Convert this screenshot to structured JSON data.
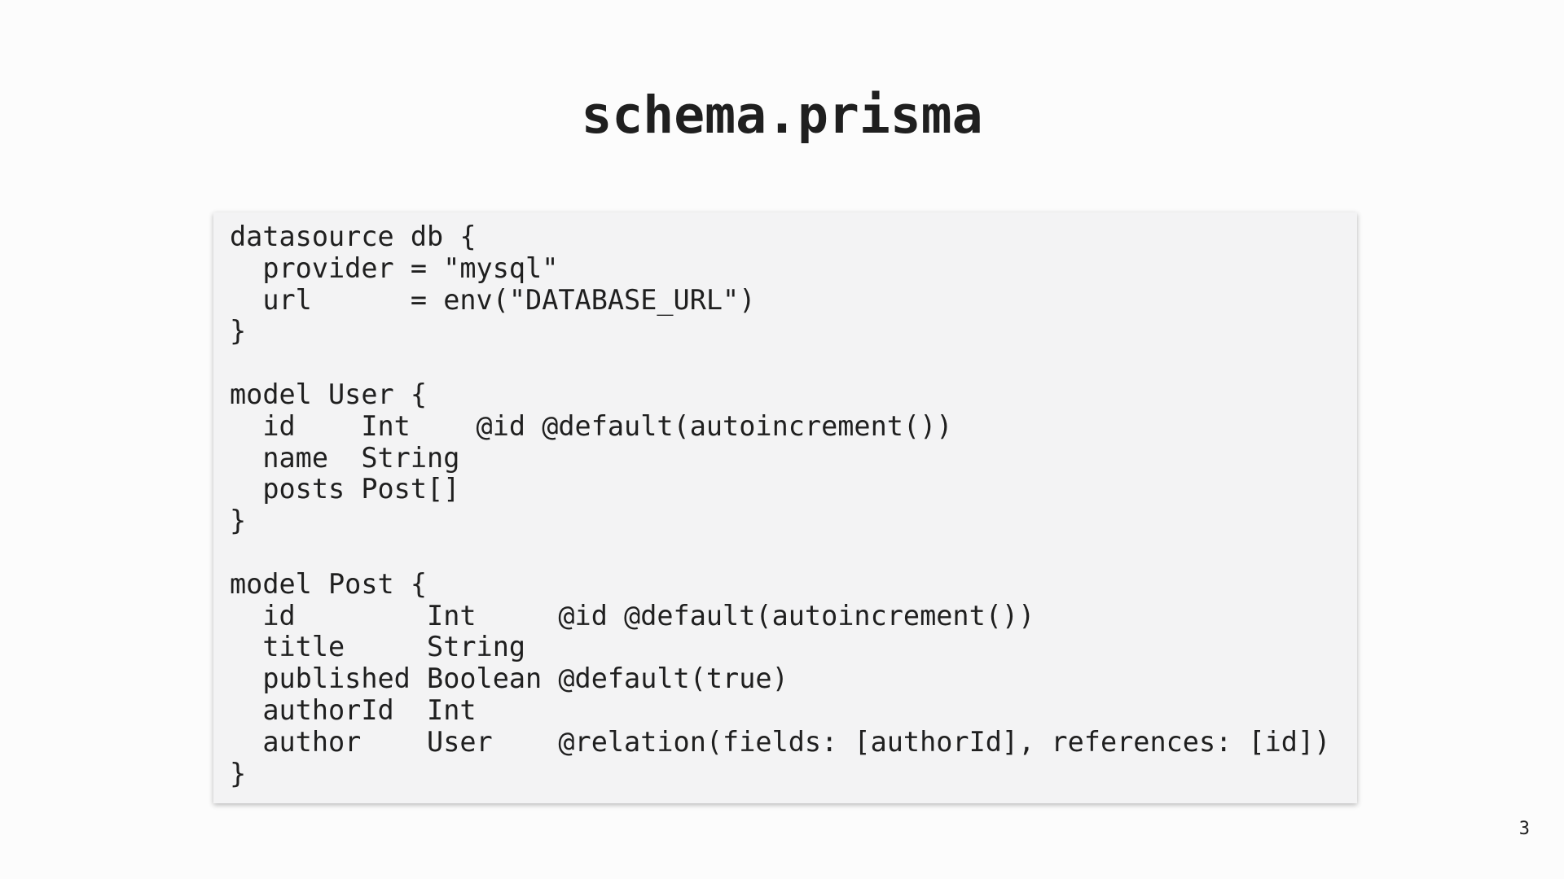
{
  "slide": {
    "title": "schema.prisma",
    "page_number": "3"
  },
  "code": {
    "lines": [
      "datasource db {",
      "  provider = \"mysql\"",
      "  url      = env(\"DATABASE_URL\")",
      "}",
      "",
      "model User {",
      "  id    Int    @id @default(autoincrement())",
      "  name  String",
      "  posts Post[]",
      "}",
      "",
      "model Post {",
      "  id        Int     @id @default(autoincrement())",
      "  title     String",
      "  published Boolean @default(true)",
      "  authorId  Int",
      "  author    User    @relation(fields: [authorId], references: [id])",
      "}"
    ]
  }
}
